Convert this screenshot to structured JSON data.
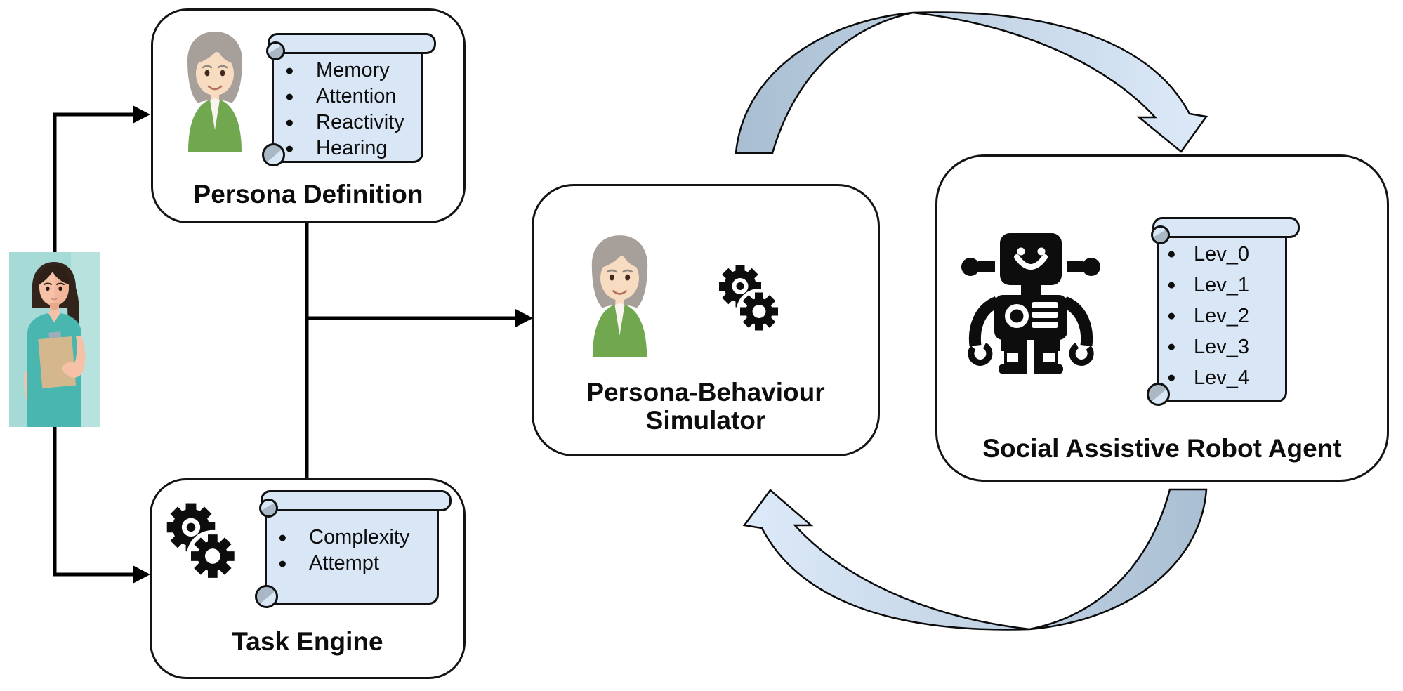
{
  "figure": {
    "bullet": "●",
    "boxes": {
      "persona_definition": {
        "title": "Persona Definition",
        "items": [
          "Memory",
          "Attention",
          "Reactivity",
          "Hearing"
        ]
      },
      "task_engine": {
        "title": "Task Engine",
        "items": [
          "Complexity",
          "Attempt"
        ]
      },
      "persona_behaviour_simulator": {
        "title_line1": "Persona-Behaviour",
        "title_line2": "Simulator"
      },
      "social_assistive_robot_agent": {
        "title": "Social Assistive Robot Agent",
        "items": [
          "Lev_0",
          "Lev_1",
          "Lev_2",
          "Lev_3",
          "Lev_4"
        ]
      }
    },
    "icons": {
      "caregiver": "nurse-with-clipboard-illustration",
      "persona": "elderly-woman-avatar",
      "gears": "two-gears-icon",
      "robot": "robot-icon",
      "scroll": "parchment-scroll-list"
    },
    "colors": {
      "scroll_fill": "#d9e6f6",
      "scroll_curl": "#aab8c6",
      "arrow_loop_tail": "#a9bed2",
      "arrow_loop_head": "#ddeaf9",
      "connector": "#000000",
      "box_border": "#141414",
      "box_fill": "#ffffff",
      "canvas": "#ffffff"
    }
  }
}
